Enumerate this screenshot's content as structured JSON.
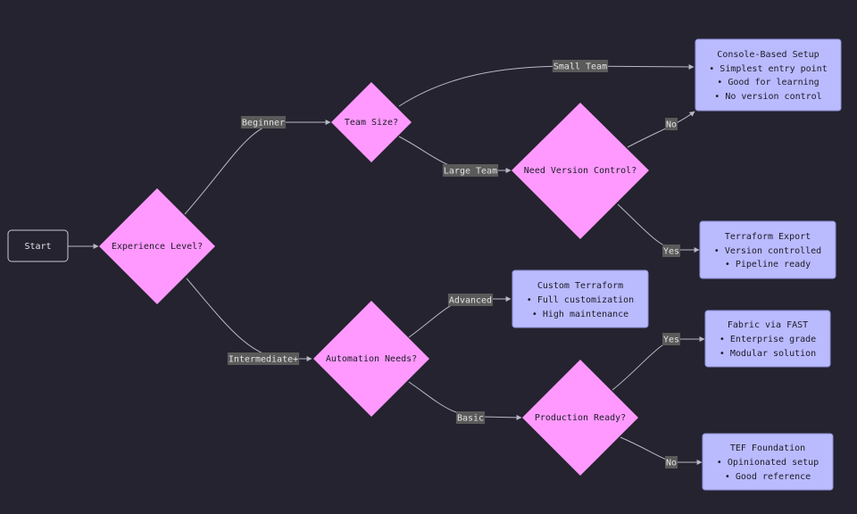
{
  "nodes": {
    "start": "Start",
    "experience": "Experience Level?",
    "team_size": "Team Size?",
    "version_control": "Need Version Control?",
    "automation": "Automation Needs?",
    "production": "Production Ready?",
    "console": {
      "title": "Console-Based Setup",
      "lines": [
        "• Simplest entry point",
        "• Good for learning",
        "• No version control"
      ]
    },
    "terraform_export": {
      "title": "Terraform Export",
      "lines": [
        "• Version controlled",
        "• Pipeline ready"
      ]
    },
    "custom_terraform": {
      "title": "Custom Terraform",
      "lines": [
        "• Full customization",
        "• High maintenance"
      ]
    },
    "fabric_fast": {
      "title": "Fabric via FAST",
      "lines": [
        "• Enterprise grade",
        "• Modular solution"
      ]
    },
    "tef_foundation": {
      "title": "TEF Foundation",
      "lines": [
        "• Opinionated setup",
        "• Good reference"
      ]
    }
  },
  "edges": {
    "beginner": "Beginner",
    "intermediate": "Intermediate+",
    "small_team": "Small Team",
    "large_team": "Large Team",
    "vc_no": "No",
    "vc_yes": "Yes",
    "advanced": "Advanced",
    "basic": "Basic",
    "prod_yes": "Yes",
    "prod_no": "No"
  },
  "colors": {
    "background": "#24232f",
    "decision": "#ff99ff",
    "outcome": "#babaff",
    "edge_label_bg": "#5a5a5a"
  }
}
